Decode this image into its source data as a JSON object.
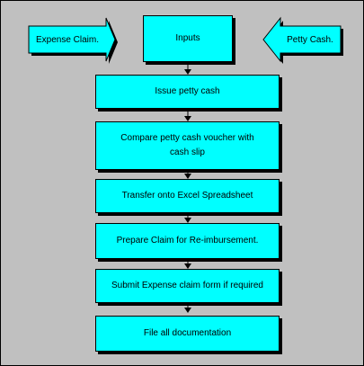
{
  "inputs_box": {
    "label": "Inputs"
  },
  "left_input": {
    "label": "Expense Claim."
  },
  "right_input": {
    "label": "Petty Cash."
  },
  "steps": [
    {
      "label": "Issue petty cash"
    },
    {
      "label": "Compare petty cash voucher with cash slip"
    },
    {
      "label": "Transfer onto Excel Spreadsheet"
    },
    {
      "label": "Prepare Claim for Re-imbursement."
    },
    {
      "label": "Submit Expense claim form if required"
    },
    {
      "label": "File all documentation"
    }
  ],
  "colors": {
    "box_fill": "#00ffff",
    "background": "#c0c0c0",
    "stroke": "#000000"
  }
}
